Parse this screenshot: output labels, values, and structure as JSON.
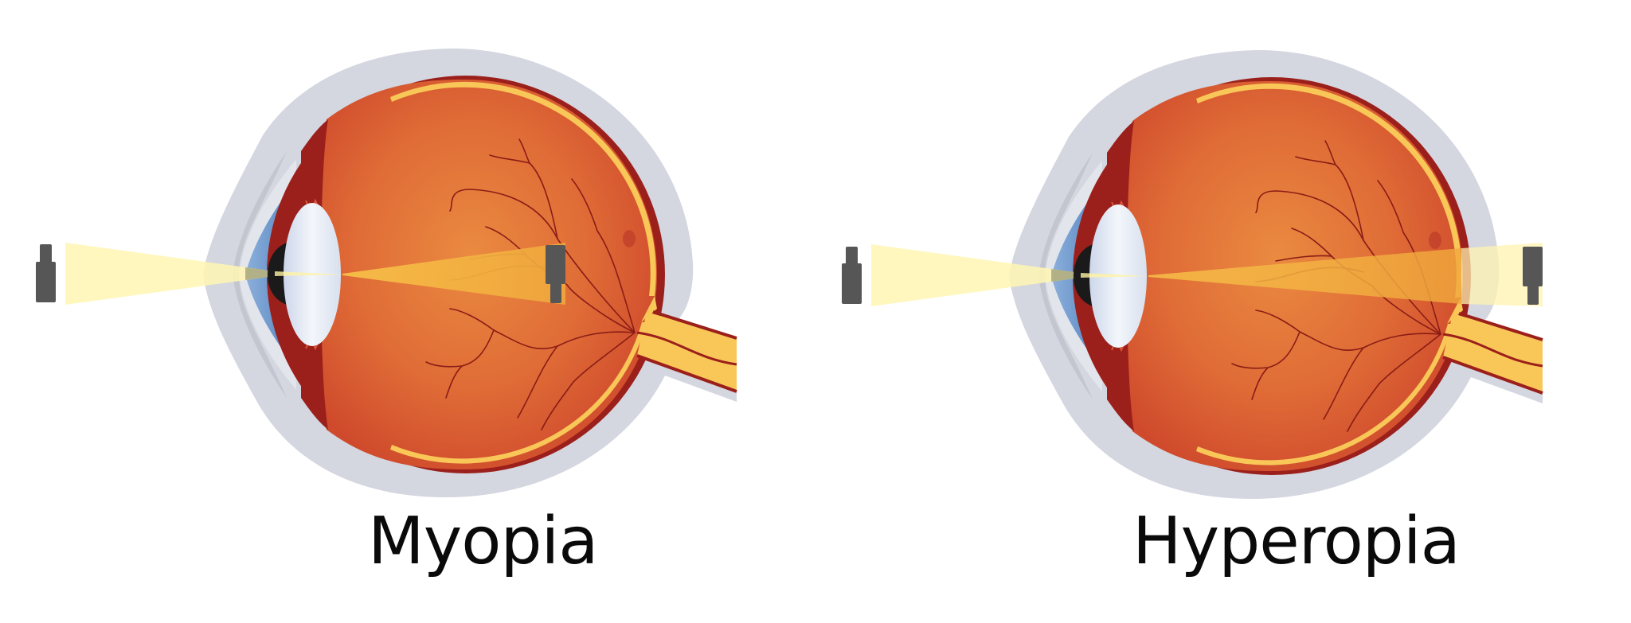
{
  "figure": {
    "panels": [
      {
        "id": "myopia",
        "label": "Myopia",
        "focus": "in-front-of-retina"
      },
      {
        "id": "hyperopia",
        "label": "Hyperopia",
        "focus": "behind-retina"
      }
    ],
    "icons": {
      "object": "bottle-icon",
      "inverted_image": "inverted-bottle-icon"
    },
    "colors": {
      "background": "#ffffff",
      "sclera_outer": "#d4d6e0",
      "sclera_inner_line": "#c3c5cf",
      "choroid": "#9b1f1a",
      "vitreous": "#d9552f",
      "vitreous_center": "#e9873f",
      "retina": "#f9c758",
      "cornea": "#5f8fc9",
      "pupil": "#1a1a1a",
      "lens": "#e6ebf5",
      "light_beam": "#fff6b3",
      "focused_beam": "#f6b640",
      "object": "#565656",
      "vein": "#8a1c16",
      "label_text": "#0a0a0a"
    }
  }
}
